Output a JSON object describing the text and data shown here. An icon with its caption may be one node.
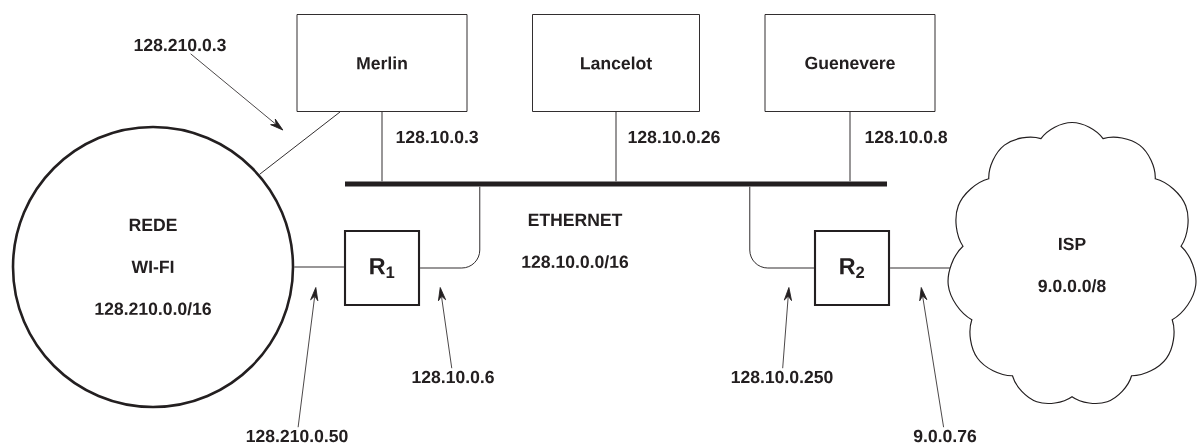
{
  "diagram": {
    "nodes": [
      {
        "text": [
          "Merlin"
        ]
      },
      {
        "text": [
          "Lancelot"
        ]
      },
      {
        "text": [
          "Guenevere"
        ]
      },
      {
        "text": [],
        "shape": "bar",
        "beside": [
          "ETHERNET",
          "128.10.0.0/16"
        ]
      },
      {
        "text": [
          "REDE",
          "WI-FI",
          "128.210.0.0/16"
        ]
      },
      {
        "text": [
          "R$_{1}$"
        ]
      },
      {
        "text": [
          "R$_{2}$"
        ]
      },
      {
        "text": [
          "ISP",
          "9.0.0.0/8"
        ]
      },
      {
        "text": [
          "128.210.0.3"
        ]
      },
      {
        "text": [
          "128.210.0.50"
        ]
      },
      {
        "text": [
          "128.10.0.6"
        ]
      },
      {
        "text": [
          "128.10.0.250"
        ]
      },
      {
        "text": [
          "9.0.0.76"
        ]
      }
    ],
    "edges": [
      {
        "from": 0,
        "to": 3,
        "arrow": "none"
      },
      {
        "from": 1,
        "to": 3,
        "arrow": "none"
      },
      {
        "from": 2,
        "to": 3,
        "arrow": "none"
      },
      {
        "from": 0,
        "to": 4,
        "arrow": "none"
      },
      {
        "from": 4,
        "to": 5,
        "arrow": "none"
      },
      {
        "from": 5,
        "to": 3,
        "arrow": "none"
      },
      {
        "from": 3,
        "to": 6,
        "arrow": "none"
      },
      {
        "from": 6,
        "to": 7,
        "arrow": "none"
      },
      {
        "from": 8,
        "to": null,
        "arrow": "to"
      },
      {
        "from": 9,
        "to": null,
        "arrow": "to"
      },
      {
        "from": 10,
        "to": null,
        "arrow": "to"
      },
      {
        "from": 11,
        "to": null,
        "arrow": "to"
      },
      {
        "from": 12,
        "to": null,
        "arrow": "to"
      }
    ],
    "labels": [
      "128.10.0.3",
      "128.10.0.26",
      "128.10.0.8"
    ]
  }
}
